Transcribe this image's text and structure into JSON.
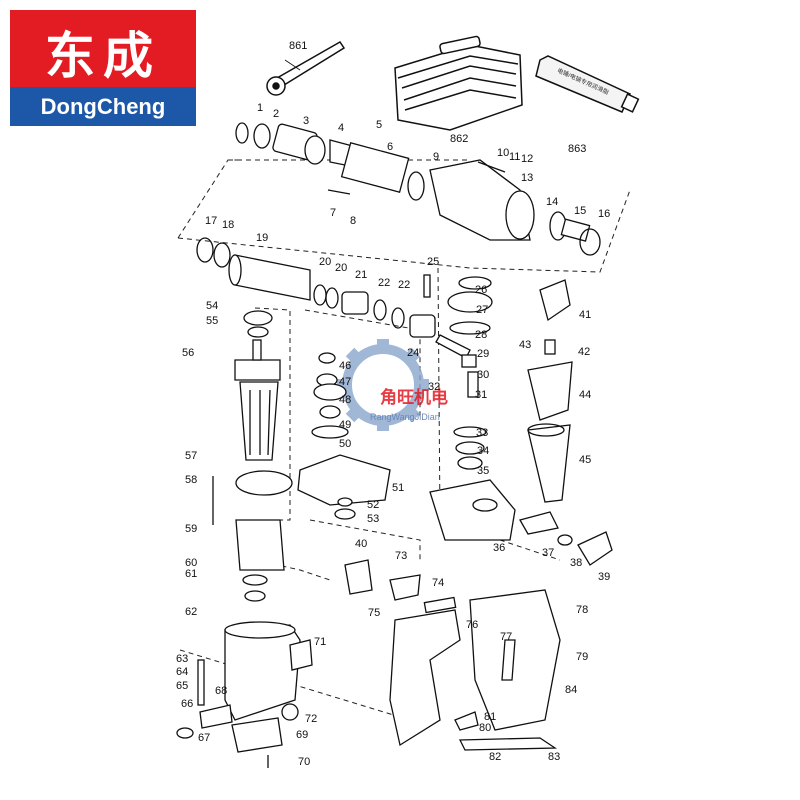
{
  "brand": {
    "name_cn": "东成",
    "name_en": "DongCheng",
    "colors": {
      "red": "#e31b23",
      "blue": "#1d58a8"
    }
  },
  "watermark": {
    "main": "角旺机电",
    "sub": "RangWangJiDian",
    "colors": {
      "gear": "#8aa6cc",
      "text": "#e31b23"
    }
  },
  "accessories": [
    {
      "part": "861",
      "name": "spanner-wrench"
    },
    {
      "part": "862",
      "name": "carrying-case"
    },
    {
      "part": "863",
      "name": "grease-tube",
      "label_text": "电锤/电镐专用润滑脂"
    }
  ],
  "part_numbers": [
    "1",
    "2",
    "3",
    "4",
    "5",
    "6",
    "7",
    "8",
    "9",
    "10",
    "11",
    "12",
    "13",
    "14",
    "15",
    "16",
    "17",
    "18",
    "19",
    "20",
    "20",
    "21",
    "22",
    "22",
    "24",
    "25",
    "26",
    "27",
    "28",
    "29",
    "30",
    "31",
    "32",
    "33",
    "34",
    "35",
    "36",
    "37",
    "38",
    "39",
    "40",
    "41",
    "42",
    "43",
    "44",
    "45",
    "46",
    "47",
    "48",
    "49",
    "50",
    "51",
    "52",
    "53",
    "54",
    "55",
    "56",
    "57",
    "58",
    "59",
    "60",
    "61",
    "62",
    "63",
    "64",
    "65",
    "66",
    "67",
    "68",
    "69",
    "70",
    "71",
    "72",
    "73",
    "74",
    "75",
    "76",
    "77",
    "78",
    "79",
    "80",
    "81",
    "82",
    "83",
    "84",
    "861",
    "862",
    "863"
  ]
}
